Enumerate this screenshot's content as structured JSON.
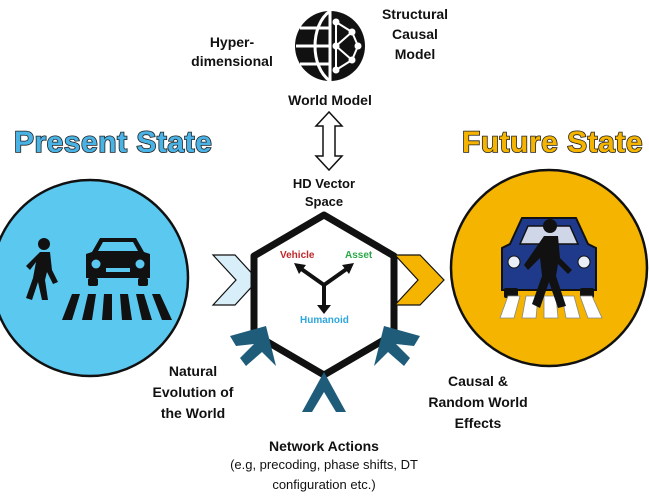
{
  "world_model": {
    "left_label": "Hyper-\ndimensional",
    "right_label": "Structural\nCausal\nModel",
    "caption": "World Model",
    "globe_icon": "globe-network-icon"
  },
  "present_state": {
    "title": "Present State",
    "color": "#5bc8f0",
    "title_color": "#4ab3e6",
    "icons": [
      "pedestrian-icon",
      "car-icon",
      "crosswalk-icon"
    ]
  },
  "future_state": {
    "title": "Future State",
    "color": "#f5b400",
    "title_color": "#f5b400",
    "icons": [
      "car-icon",
      "pedestrian-icon",
      "crosswalk-icon"
    ]
  },
  "vector_space": {
    "title": "HD Vector\nSpace",
    "axes": [
      {
        "label": "Vehicle",
        "color": "#c0282d"
      },
      {
        "label": "Asset",
        "color": "#2aa84a"
      },
      {
        "label": "Humanoid",
        "color": "#2fa7dc"
      }
    ]
  },
  "inputs": {
    "natural": "Natural\nEvolution of\nthe World",
    "causal": "Causal &\nRandom World\nEffects",
    "network_title": "Network Actions",
    "network_detail": "(e.g, precoding, phase shifts, DT\nconfiguration etc.)"
  },
  "colors": {
    "arrow_light": "#d8eef8",
    "arrow_future": "#f5b400",
    "chevron_dark": "#1f5c7a"
  }
}
